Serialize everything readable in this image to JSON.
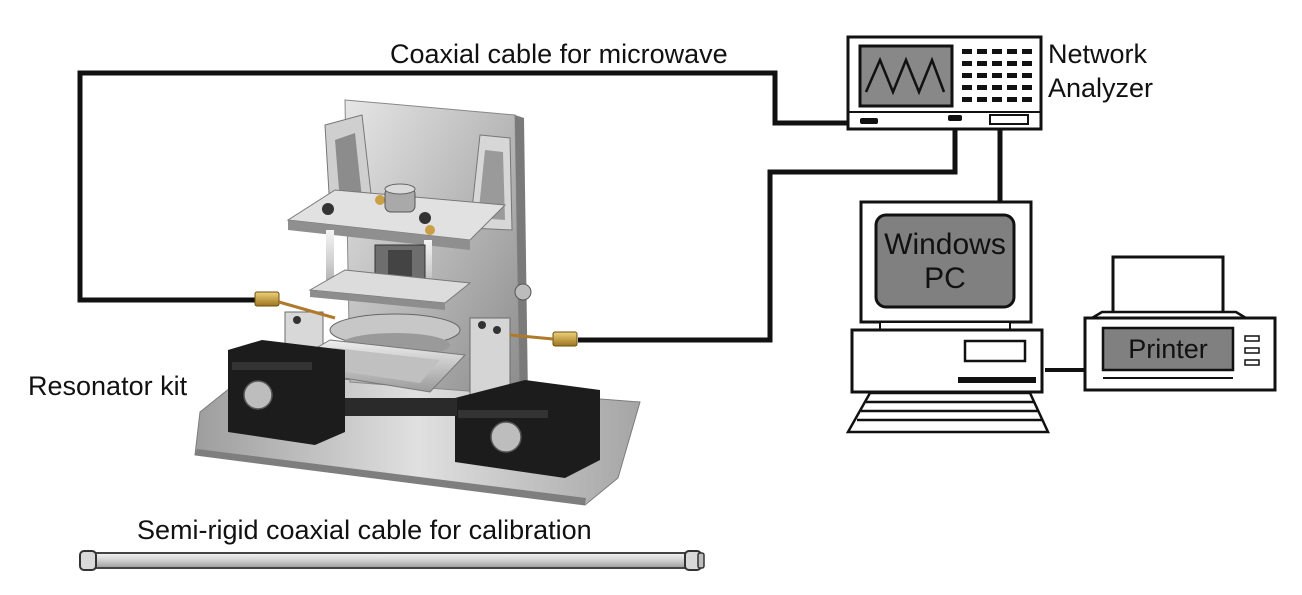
{
  "labels": {
    "coaxial_cable": "Coaxial cable for microwave",
    "network_analyzer_line1": "Network",
    "network_analyzer_line2": "Analyzer",
    "resonator_kit": "Resonator kit",
    "semi_rigid_cable": "Semi-rigid coaxial cable for calibration",
    "pc_line1": "Windows",
    "pc_line2": "PC",
    "printer": "Printer"
  },
  "colors": {
    "cable": "#111111",
    "screen_fill": "#808080",
    "metal_light": "#d4d4d4",
    "metal_dark": "#6a6a6a",
    "black_block": "#1c1c1c",
    "brass": "#c9a046"
  }
}
